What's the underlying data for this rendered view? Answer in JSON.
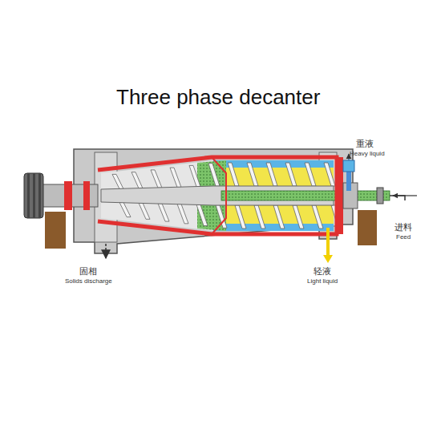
{
  "diagram": {
    "title": "Three phase decanter",
    "labels": [
      "重液",
      "Heavy liquid",
      "进料",
      "Feed",
      "固相",
      "Solids discharge",
      "轻液",
      "Light liquid"
    ]
  }
}
